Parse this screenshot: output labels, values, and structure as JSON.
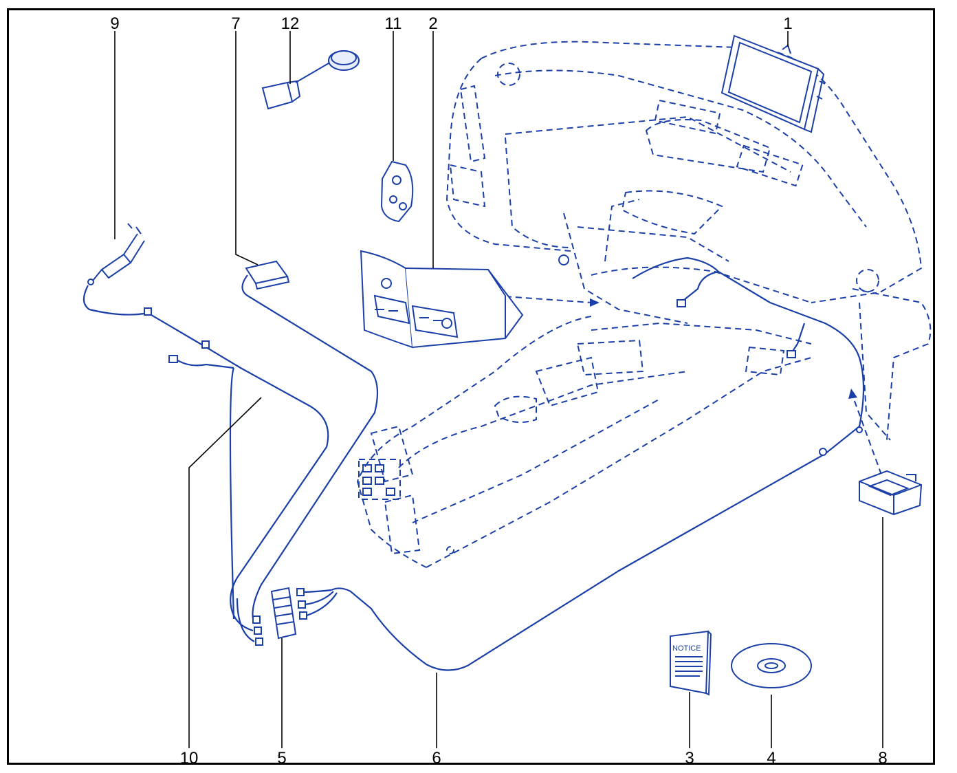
{
  "callouts": [
    {
      "id": "1",
      "label": "1"
    },
    {
      "id": "2",
      "label": "2"
    },
    {
      "id": "3",
      "label": "3"
    },
    {
      "id": "4",
      "label": "4"
    },
    {
      "id": "5",
      "label": "5"
    },
    {
      "id": "6",
      "label": "6"
    },
    {
      "id": "7",
      "label": "7"
    },
    {
      "id": "8",
      "label": "8"
    },
    {
      "id": "9",
      "label": "9"
    },
    {
      "id": "10",
      "label": "10"
    },
    {
      "id": "11",
      "label": "11"
    },
    {
      "id": "12",
      "label": "12"
    }
  ],
  "notice_booklet": {
    "title": "NOTICE"
  },
  "colors": {
    "line": "#1a3fa8",
    "leader": "#000000",
    "frame": "#000000"
  }
}
